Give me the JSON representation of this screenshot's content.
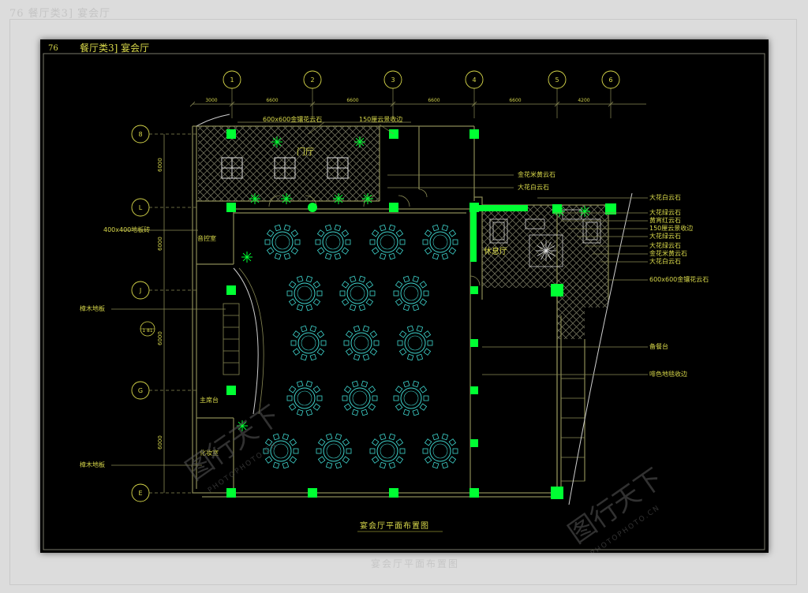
{
  "ghost": {
    "title": "76   餐厅类3] 宴会厅",
    "caption": "宴会厅平面布置图"
  },
  "drawing": {
    "sheet_number": "76",
    "sheet_title": "餐厅类3] 宴会厅",
    "caption": "宴会厅平面布置图",
    "axis_top": [
      "1",
      "2",
      "3",
      "4",
      "5",
      "6"
    ],
    "axis_left": [
      "8",
      "L",
      "J",
      "G",
      "E"
    ],
    "axis_left_sub": "1 81",
    "dims_top": [
      "3000",
      "6600",
      "6600",
      "6600",
      "6600",
      "4200"
    ],
    "dims_left": [
      "6000",
      "6000",
      "6000",
      "6000"
    ],
    "rooms": {
      "foyer": "门厅",
      "lounge": "休息厅",
      "sound_room": "音控室",
      "stage": "主席台",
      "dressing": "化妆室"
    },
    "labels": {
      "top_left": "600x600金镶花云石",
      "top_right": "150厘云景收边",
      "left_1": "400x400地板砖",
      "left_2": "樟木地板",
      "left_3": "樟木地板",
      "right_1": "金花米黄云石",
      "right_2": "大花白云石",
      "r_1": "大花白云石",
      "r_2": "大花绿云石",
      "r_3": "黄宵红云石",
      "r_4": "150厘云景收边",
      "r_5": "大花绿云石",
      "r_6": "大花绿云石",
      "r_7": "金花米黄云石",
      "r_8": "大花白云石",
      "r_9": "600x600金镶花云石",
      "r_10": "备餐台",
      "r_11": "啡色地毯收边"
    },
    "watermark": {
      "main": "图行天下",
      "url": "PHOTOPHOTO.CN"
    },
    "colors": {
      "lines": "#8a8a55",
      "green": "#00ff33",
      "cyan": "#3fd6cf",
      "text": "#d8d84a",
      "background": "#000000"
    }
  }
}
